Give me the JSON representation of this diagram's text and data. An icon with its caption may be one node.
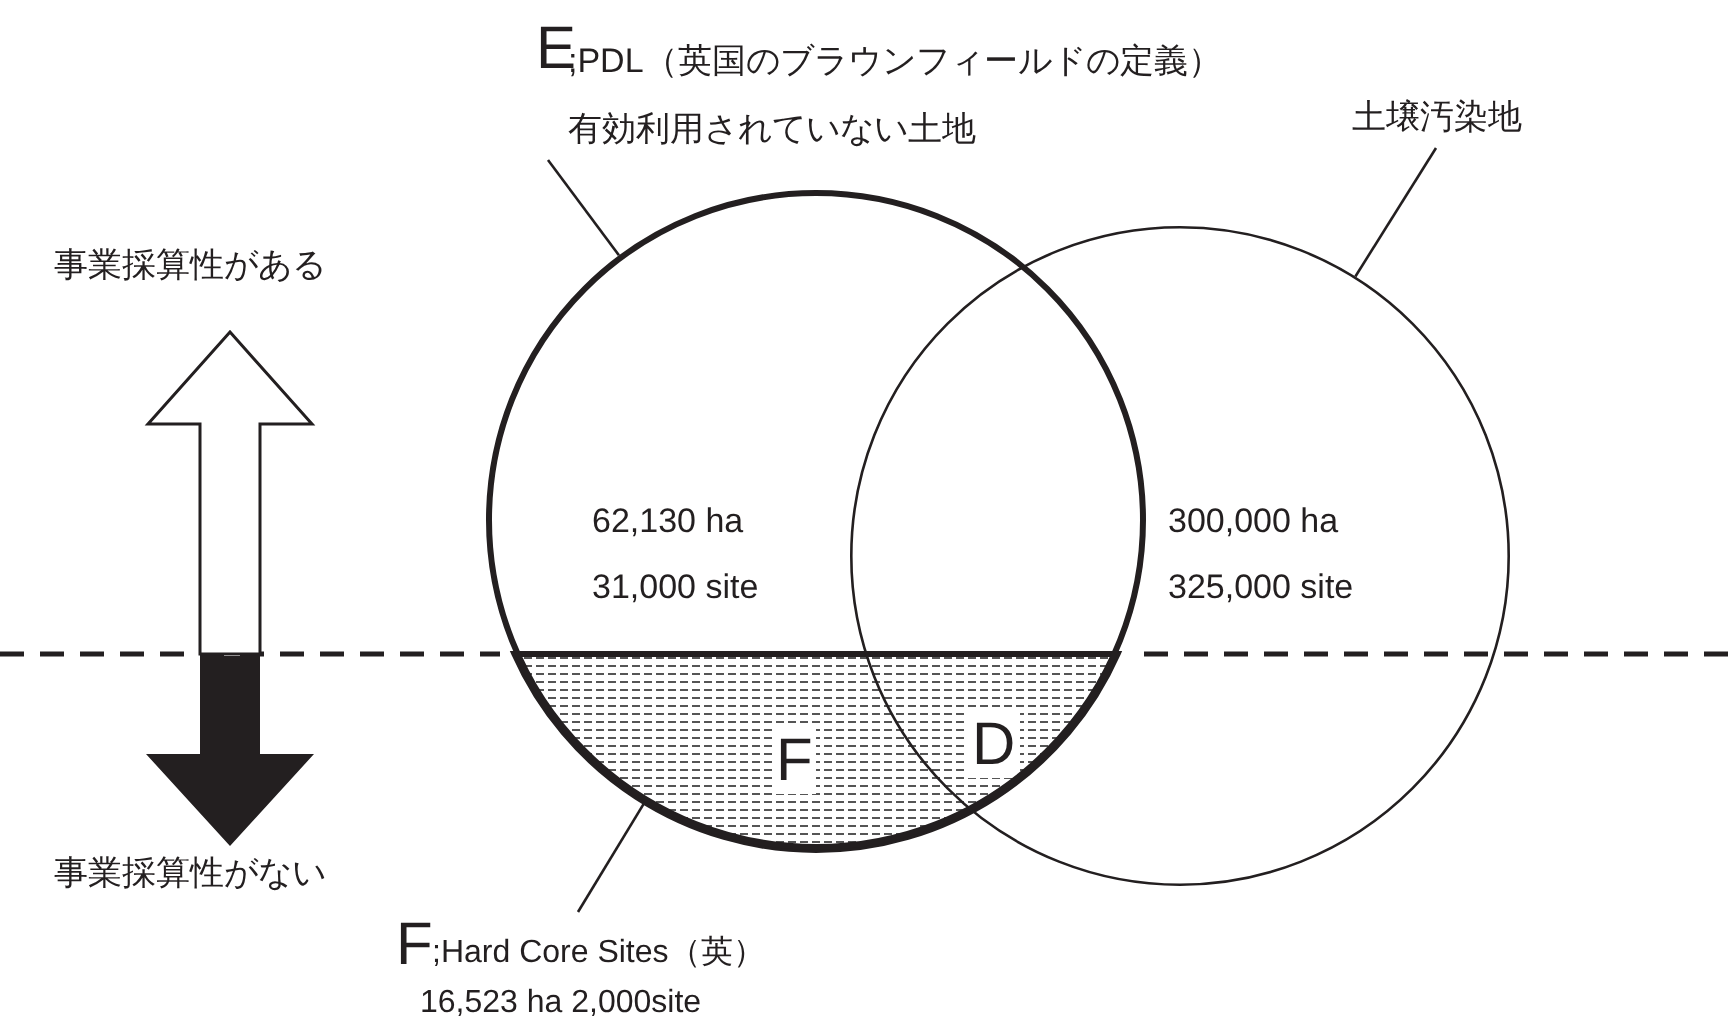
{
  "diagram": {
    "nodes": [
      {
        "text": [
          "62,130 ha 31,000 site"
        ]
      },
      {
        "text": [
          "300,000 ha 325,000 site"
        ]
      },
      {
        "text": [
          "E",
          ";PDL（英国のブラウンフィールドの定義）",
          "有効利用されていない土地"
        ]
      },
      {
        "text": [
          "土壌汚染地"
        ]
      },
      {
        "text": [
          "F",
          ";Hard Core Sites（英）",
          "16,523 ha 2,000site"
        ]
      },
      {
        "text": [
          "F",
          "D"
        ],
        "in": 0
      }
    ],
    "edges": [
      {
        "from": 2,
        "to": 0,
        "arrow": "none"
      },
      {
        "from": 3,
        "to": 1,
        "arrow": "none"
      },
      {
        "from": 4,
        "to": 5,
        "arrow": "none"
      }
    ],
    "labels": [
      "事業採算性がある",
      "事業採算性がない"
    ]
  }
}
